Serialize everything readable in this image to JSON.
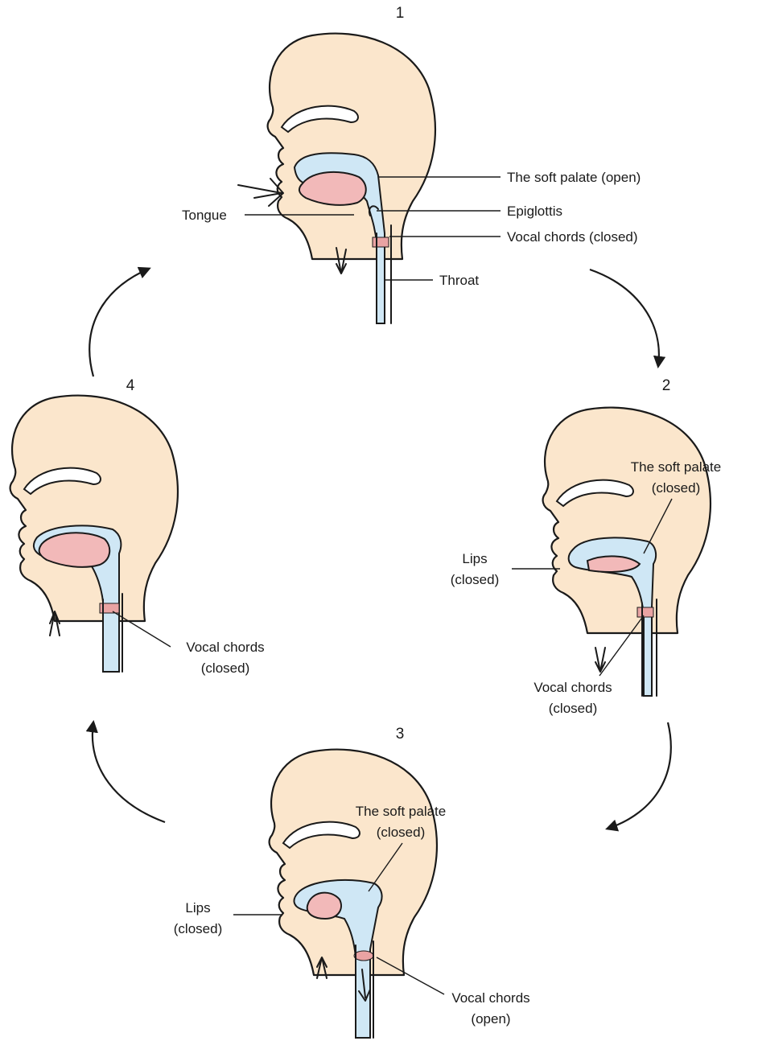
{
  "steps": [
    {
      "number": "1",
      "labels": {
        "soft_palate": "The soft palate (open)",
        "epiglottis": "Epiglottis",
        "vocal_chords": "Vocal chords (closed)",
        "tongue": "Tongue",
        "throat": "Throat"
      }
    },
    {
      "number": "2",
      "labels": {
        "soft_palate_l1": "The soft palate",
        "soft_palate_l2": "(closed)",
        "lips_l1": "Lips",
        "lips_l2": "(closed)",
        "vocal_l1": "Vocal chords",
        "vocal_l2": "(closed)"
      }
    },
    {
      "number": "3",
      "labels": {
        "soft_palate_l1": "The soft palate",
        "soft_palate_l2": "(closed)",
        "lips_l1": "Lips",
        "lips_l2": "(closed)",
        "vocal_l1": "Vocal chords",
        "vocal_l2": "(open)"
      }
    },
    {
      "number": "4",
      "labels": {
        "vocal_l1": "Vocal chords",
        "vocal_l2": "(closed)"
      }
    }
  ],
  "colors": {
    "skin": "#fbe6cc",
    "airway": "#cfe7f5",
    "tongue": "#f2b9b9",
    "line": "#1a1a1a"
  }
}
